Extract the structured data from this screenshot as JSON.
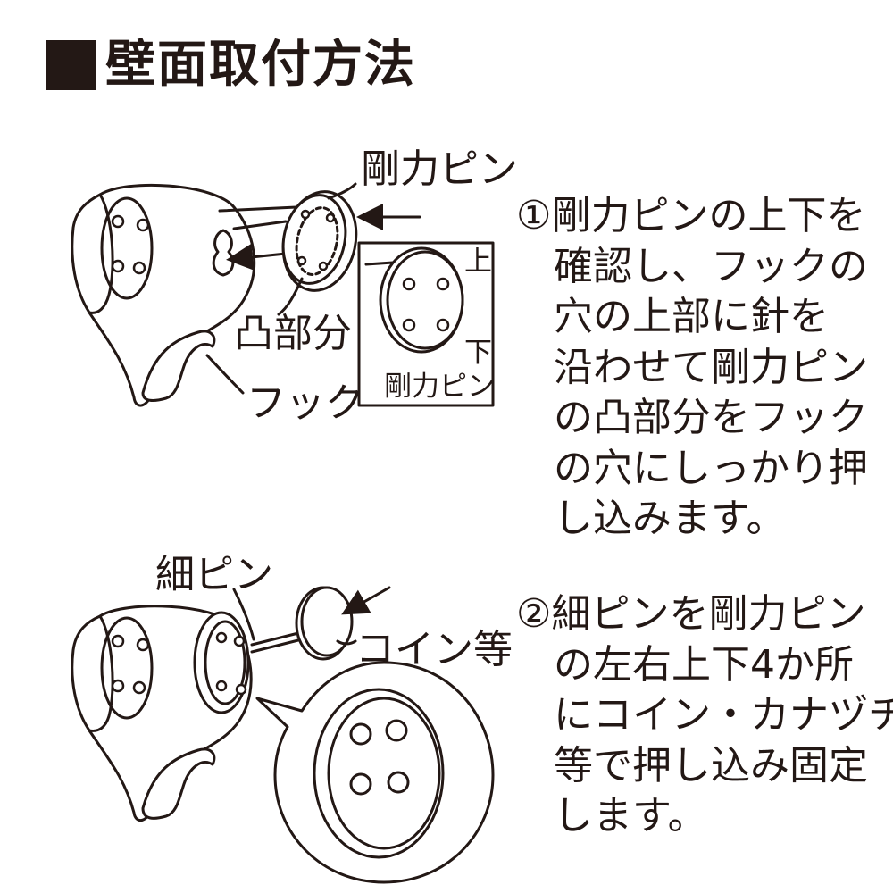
{
  "title": "壁面取付方法",
  "diagram1": {
    "label_pin": "剛力ピン",
    "label_boss": "凸部分",
    "label_hook": "フック",
    "inset": {
      "top": "上",
      "bottom": "下",
      "name": "剛力ピン"
    }
  },
  "diagram2": {
    "label_thin_pin": "細ピン",
    "label_coin": "コイン等"
  },
  "step1": {
    "lines": [
      "①剛力ピンの上下を",
      "確認し、フックの",
      "穴の上部に針を",
      "沿わせて剛力ピン",
      "の凸部分をフック",
      "の穴にしっかり押",
      "し込みます。"
    ]
  },
  "step2": {
    "lines": [
      "②細ピンを剛力ピン",
      "の左右上下4か所",
      "にコイン・カナヅチ",
      "等で押し込み固定",
      "します。"
    ]
  }
}
